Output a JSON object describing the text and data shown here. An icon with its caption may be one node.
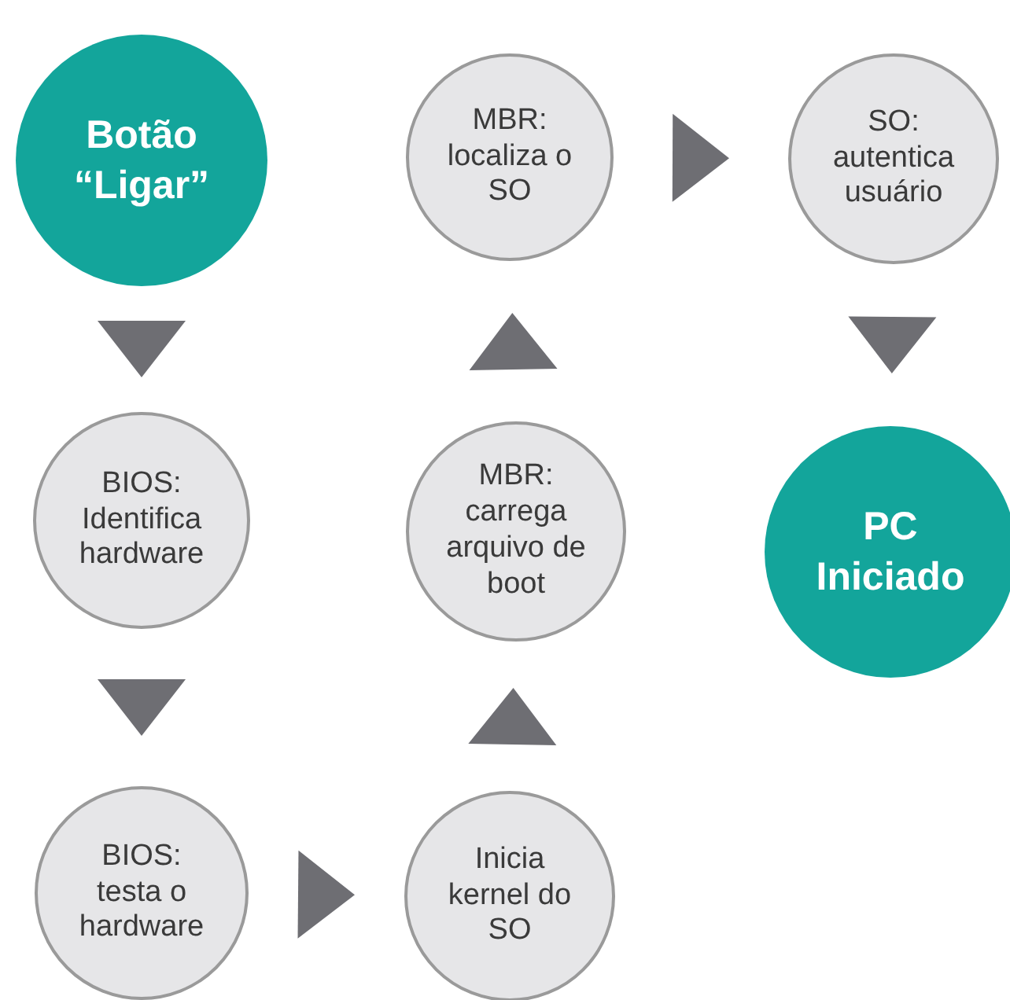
{
  "diagram": {
    "nodes": [
      {
        "text": [
          "Botão “Ligar”"
        ]
      },
      {
        "text": [
          "BIOS: Identifica hardware"
        ]
      },
      {
        "text": [
          "BIOS: testa o hardware"
        ]
      },
      {
        "text": [
          "Inicia kernel do SO"
        ]
      },
      {
        "text": [
          "MBR: carrega arquivo de boot"
        ]
      },
      {
        "text": [
          "MBR: localiza o SO"
        ]
      },
      {
        "text": [
          "SO: autentica usuário"
        ]
      },
      {
        "text": [
          "PC Iniciado"
        ]
      }
    ],
    "edges": [
      {
        "from": 0,
        "to": 1,
        "arrow": "to"
      },
      {
        "from": 1,
        "to": 2,
        "arrow": "to"
      },
      {
        "from": 2,
        "to": 3,
        "arrow": "to"
      },
      {
        "from": 3,
        "to": 4,
        "arrow": "to"
      },
      {
        "from": 4,
        "to": 5,
        "arrow": "to"
      },
      {
        "from": 5,
        "to": 6,
        "arrow": "to"
      },
      {
        "from": 6,
        "to": 7,
        "arrow": "to"
      }
    ]
  }
}
